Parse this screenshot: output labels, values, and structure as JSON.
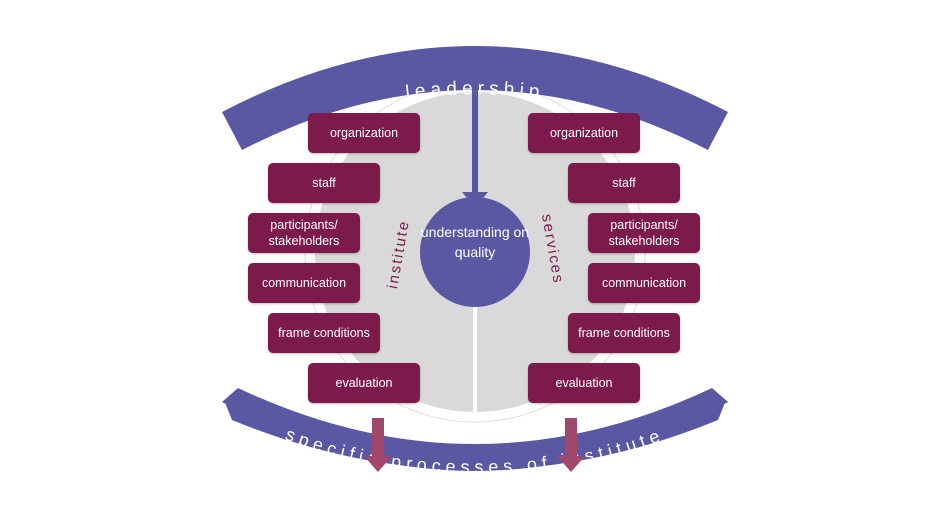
{
  "top_arc": {
    "label": "leadership"
  },
  "bottom_arc": {
    "label": "specific processes of institute"
  },
  "center": {
    "label": "understanding on quality"
  },
  "left": {
    "label": "institute",
    "boxes": [
      "organization",
      "staff",
      "participants/ stakeholders",
      "communication",
      "frame conditions",
      "evaluation"
    ]
  },
  "right": {
    "label": "services",
    "boxes": [
      "organization",
      "staff",
      "participants/ stakeholders",
      "communication",
      "frame conditions",
      "evaluation"
    ]
  },
  "colors": {
    "arc": "#5a58a3",
    "box": "#7b1a4b",
    "disc": "#d9d9d9",
    "down_arrow": "#a0486c",
    "side_label": "#7b1a4b"
  }
}
